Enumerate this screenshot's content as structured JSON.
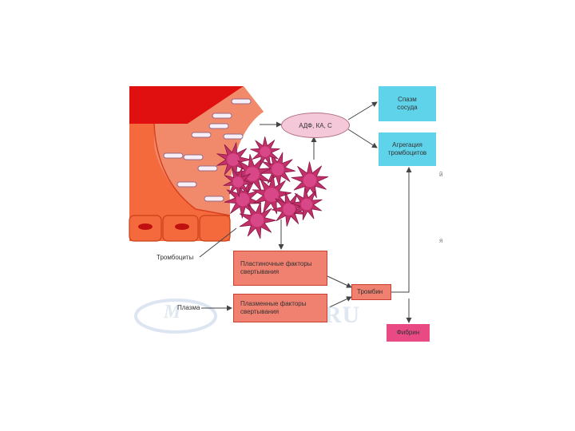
{
  "nodes": {
    "adp": "АДФ, КА, С",
    "spasm": "Спазм\nсосуда",
    "aggregation": "Агрегация\nтромбоцитов",
    "platelet_factors": "Пластиночные факторы\nсвертывания",
    "plasma_factors": "Плазменные факторы\nсвертывания",
    "thrombin": "Тромбин",
    "fibrin": "Фибрин"
  },
  "labels": {
    "platelets": "Тромбоциты",
    "plasma": "Плазма"
  },
  "edge_marks": [
    "й",
    "я"
  ],
  "watermark": {
    "text": "SIMED.RU",
    "logo_letter": "M"
  },
  "colors": {
    "vessel_wall_dark": "#e01010",
    "vessel_wall": "#f56a3c",
    "vessel_lumen": "#f08a6a",
    "platelet": "#c2306a",
    "box_cyan": "#5fd3ea",
    "box_red": "#f08070",
    "box_pink": "#ea4a84",
    "oval": "#f4c8d8"
  }
}
